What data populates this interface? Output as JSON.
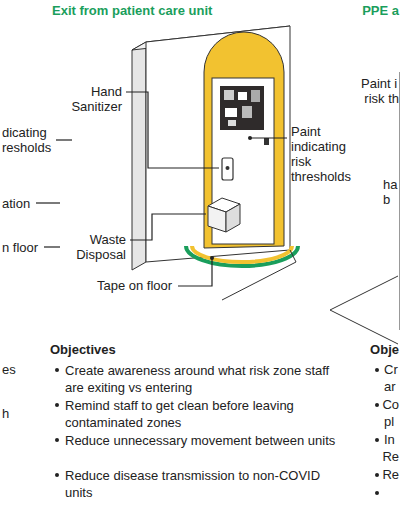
{
  "diagram": {
    "title": "Exit from patient care unit",
    "labels": [
      "PPE a",
      "dicating",
      "resholds",
      "ation",
      "n floor",
      "Hand Sanitizer",
      "Paint indicating risk thresholds",
      "Waste Disposal",
      "Tape on floor",
      "Paint i",
      "risk th",
      "ha",
      "b",
      "es",
      "h",
      "Objectives",
      "Create awareness around what risk zone staff are exiting vs entering",
      "Remind staff to get clean before leaving contaminated zones",
      "Reduce unnecessary movement between units",
      "Reduce disease transmission to non-COVID units",
      "Obje",
      "Cr",
      "ar",
      "Co",
      "pl",
      "In",
      "Re",
      "Re"
    ]
  }
}
